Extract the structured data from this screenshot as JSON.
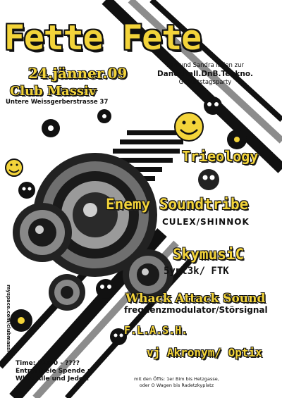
{
  "title": "Fette Fete",
  "date": "24.jänner.09",
  "venue": {
    "name": "Club Massiv",
    "address": "Untere Weissgerberstrasse 37"
  },
  "invite": {
    "line1": "Sa4 und Sandra laden zur",
    "line2": "Dancehall.DnB.Tekkno.",
    "line3": "Geburtstagsparty"
  },
  "lineup": [
    {
      "name": "Trieology"
    },
    {
      "name": "Enemy Soundtribe",
      "members": "CULEX/SHINNOK"
    },
    {
      "name": "SkymusiC",
      "members": "5ynt3k/ FTK"
    },
    {
      "name": "Whack Attack Sound",
      "members": "frequenzmodulator/Störsignal"
    },
    {
      "name": "F.L.A.S.H."
    },
    {
      "name": "vj Akronym/ Optix"
    }
  ],
  "info": {
    "time": "Time:  21:00 - ????",
    "entry": "Entry: freie Spende ;-",
    "who": "Who: Alle und Jeder!"
  },
  "travel": {
    "line1": "mit den Öffis: 1er Bim bis Hetzgasse,",
    "line2": "oder O Wagen bis Radetzkyplatz"
  },
  "myspace": "myspace.com/clubmassiv",
  "colors": {
    "accent_yellow": "#f3d43a",
    "ink": "#111111",
    "grey": "#8c8c8c"
  },
  "icons": [
    "speaker-icon",
    "smiley-icon",
    "skull-icon",
    "radioactive-icon",
    "gasmask-icon"
  ]
}
